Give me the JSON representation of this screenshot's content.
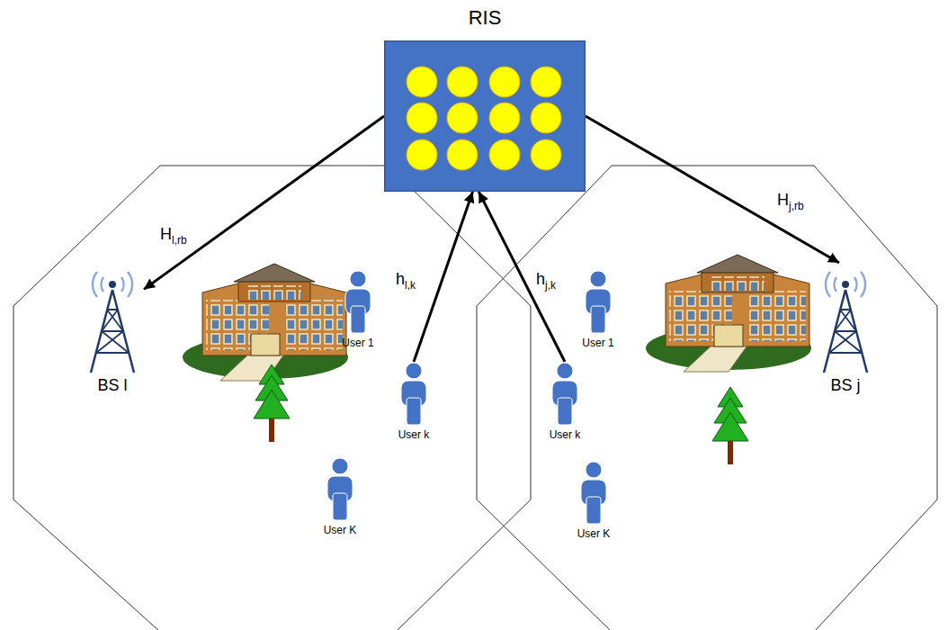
{
  "diagram": {
    "nodes": [
      {
        "text": [
          "RIS"
        ]
      },
      {
        "text": [
          "BS l"
        ]
      },
      {
        "text": [
          "User 1"
        ]
      },
      {
        "text": [
          "User k"
        ]
      },
      {
        "text": [
          "User K"
        ]
      },
      {
        "text": [
          "User 1"
        ]
      },
      {
        "text": [
          "User k"
        ]
      },
      {
        "text": [
          "User K"
        ]
      },
      {
        "text": [
          "BS j"
        ]
      }
    ],
    "edges": [
      {
        "from": 0,
        "to": 1,
        "arrow": "to",
        "label": "Hl,rb"
      },
      {
        "from": 3,
        "to": 0,
        "arrow": "to",
        "label": "hl,k"
      },
      {
        "from": 6,
        "to": 0,
        "arrow": "to",
        "label": "hj,k"
      },
      {
        "from": 0,
        "to": 8,
        "arrow": "to",
        "label": "Hj,rb"
      }
    ]
  }
}
